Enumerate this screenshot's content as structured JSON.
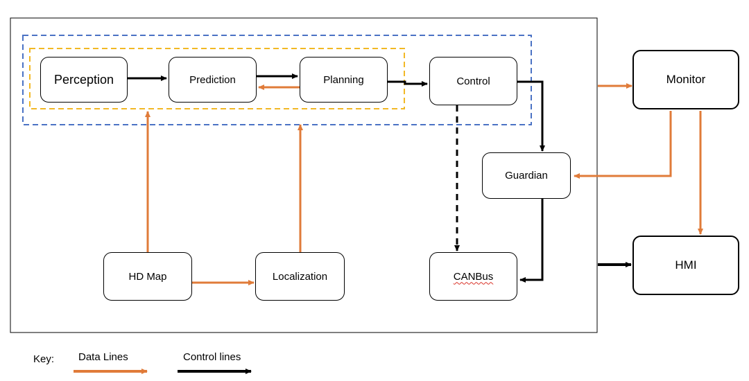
{
  "nodes": {
    "perception": "Perception",
    "prediction": "Prediction",
    "planning": "Planning",
    "control": "Control",
    "guardian": "Guardian",
    "hd_map": "HD Map",
    "localization": "Localization",
    "canbus": "CANBus",
    "monitor": "Monitor",
    "hmi": "HMI"
  },
  "key": {
    "title": "Key:",
    "data_lines": "Data Lines",
    "control_lines": "Control lines"
  },
  "colors": {
    "data_line": "#E07B39",
    "control_line": "#000000",
    "blue_dashed": "#4A72C4",
    "yellow_dashed": "#F2B824"
  }
}
